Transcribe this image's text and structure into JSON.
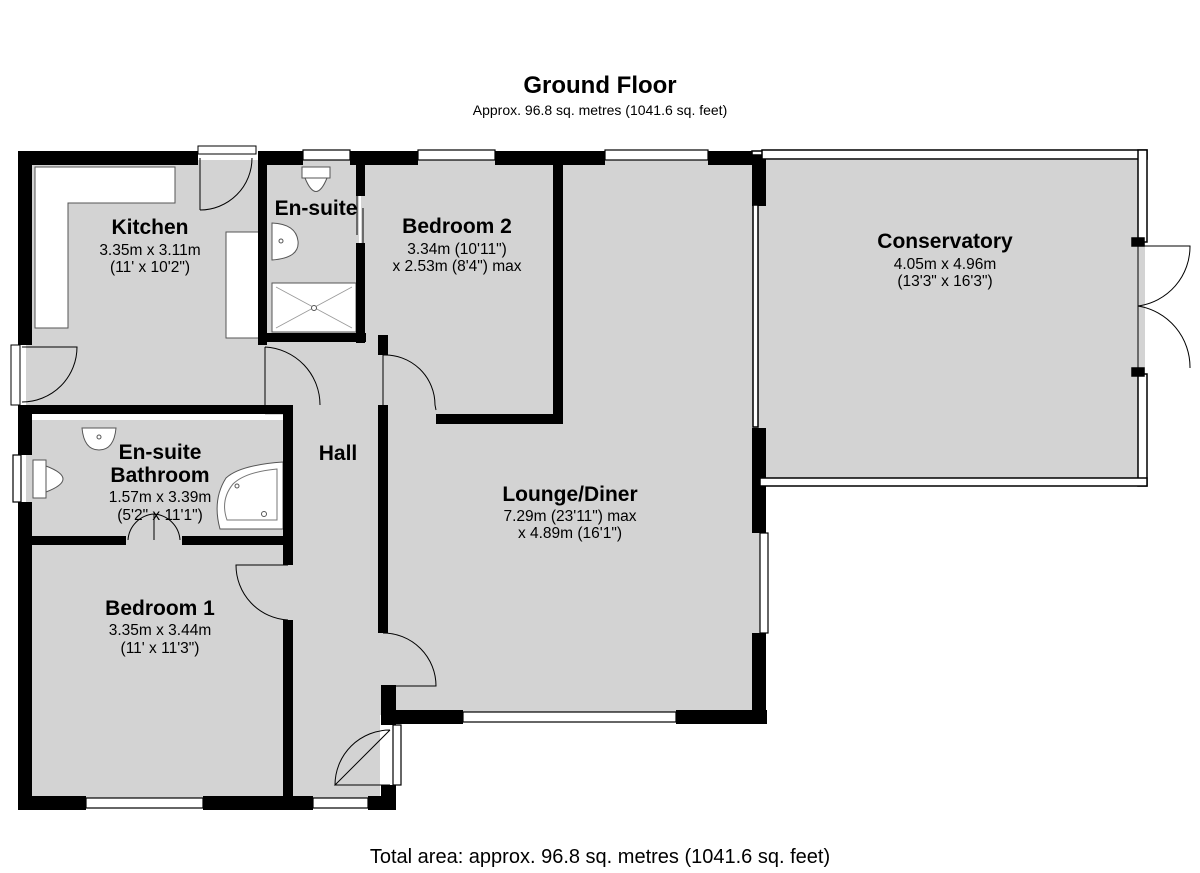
{
  "header": {
    "title": "Ground Floor",
    "subtitle": "Approx. 96.8 sq. metres (1041.6 sq. feet)"
  },
  "rooms": {
    "kitchen": {
      "name": "Kitchen",
      "dim1": "3.35m x 3.11m",
      "dim2": "(11' x 10'2\")"
    },
    "ensuite": {
      "name": "En-suite"
    },
    "bedroom2": {
      "name": "Bedroom 2",
      "dim1": "3.34m (10'11\")",
      "dim2": "x 2.53m (8'4\") max"
    },
    "conservatory": {
      "name": "Conservatory",
      "dim1": "4.05m x 4.96m",
      "dim2": "(13'3\" x 16'3\")"
    },
    "ensuite_bathroom": {
      "name1": "En-suite",
      "name2": "Bathroom",
      "dim1": "1.57m x 3.39m",
      "dim2": "(5'2\" x 11'1\")"
    },
    "hall": {
      "name": "Hall"
    },
    "lounge": {
      "name": "Lounge/Diner",
      "dim1": "7.29m (23'11\") max",
      "dim2": "x 4.89m (16'1\")"
    },
    "bedroom1": {
      "name": "Bedroom 1",
      "dim1": "3.35m x 3.44m",
      "dim2": "(11' x 11'3\")"
    }
  },
  "footer": {
    "total": "Total area: approx. 96.8 sq. metres (1041.6 sq. feet)"
  },
  "colors": {
    "floor": "#d3d3d3",
    "wall": "#000000",
    "background": "#ffffff"
  }
}
